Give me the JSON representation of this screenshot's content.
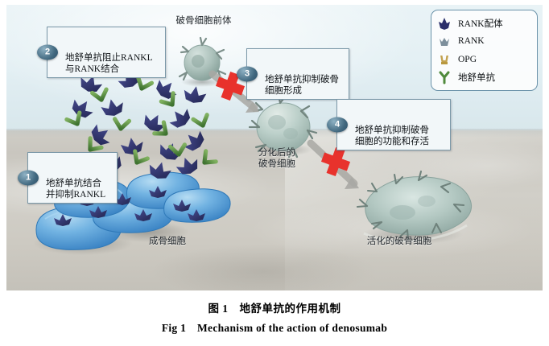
{
  "figure": {
    "title_zh": "图 1　地舒单抗的作用机制",
    "title_en": "Fig 1　Mechanism of the action of denosumab"
  },
  "legend": {
    "items": [
      {
        "label": "RANK配体",
        "icon": "rankl-trefoil-icon",
        "color": "#2b2f6b"
      },
      {
        "label": "RANK",
        "icon": "rank-crown-icon",
        "color": "#7d8f9c"
      },
      {
        "label": "OPG",
        "icon": "opg-cup-icon",
        "color": "#c2a24f"
      },
      {
        "label": "地舒单抗",
        "icon": "antibody-y-icon",
        "color": "#4f8a3b"
      }
    ]
  },
  "callouts": [
    {
      "number": "1",
      "text": "地舒单抗结合\n并抑制RANKL"
    },
    {
      "number": "2",
      "text": "地舒单抗阻止RANKL\n与RANK结合"
    },
    {
      "number": "3",
      "text": "地舒单抗抑制破骨\n细胞形成"
    },
    {
      "number": "4",
      "text": "地舒单抗抑制破骨\n细胞的功能和存活"
    }
  ],
  "scene_labels": [
    {
      "name": "osteoclast-precursor",
      "text": "破骨细胞前体"
    },
    {
      "name": "differentiated-osteoclast",
      "text": "分化后的\n破骨细胞"
    },
    {
      "name": "osteoblast",
      "text": "成骨细胞"
    },
    {
      "name": "activated-osteoclast",
      "text": "活化的破骨细胞"
    }
  ],
  "colors": {
    "callout_border": "#7b98a8",
    "callout_fill": "#f2f7f9",
    "badge": "#41687f",
    "antibody_green": "#5c8f43",
    "rankl_navy": "#2b2f6b",
    "osteoblast_blue": "#5aa3d9",
    "osteoclast_gray": "#a9bdb8",
    "block_red": "#e8322c",
    "arrow_gray": "#a9a9a4",
    "ground": "#cdcac2",
    "sky": "#e4f0f4"
  }
}
